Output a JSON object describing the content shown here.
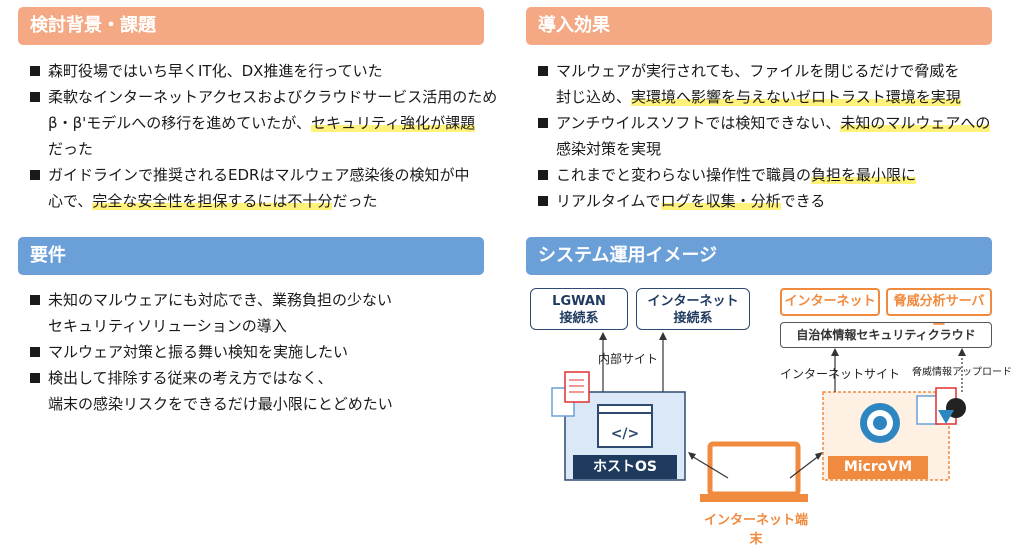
{
  "sections": {
    "background": {
      "title": "検討背景・課題",
      "b1": "森町役場ではいち早くIT化、DX推進を行っていた",
      "b2_a": "柔軟なインターネットアクセスおよびクラウドサービス活用のため",
      "b2_b": "β・β'モデルへの移行を進めていたが、",
      "b2_hl": "セキュリティ強化が課題",
      "b2_c": "だった",
      "b3_a": "ガイドラインで推奨されるEDRはマルウェア感染後の検知が中",
      "b3_b": "心で、",
      "b3_hl1": "完全な安全性を担保するには",
      "b3_hl2": "不十分",
      "b3_c": "だった"
    },
    "effects": {
      "title": "導入効果",
      "b1_a": "マルウェアが実行されても、ファイルを閉じるだけで脅威を",
      "b1_b": "封じ込め、",
      "b1_hl": "実環境へ影響を与えないゼロトラスト環境を実現",
      "b2_a": "アンチウイルスソフトでは検知できない、",
      "b2_hl": "未知のマルウェアへの",
      "b2_b": "感染対策を実現",
      "b3_a": "これまでと変わらない操作性で職員の",
      "b3_hl": "負担を最小限に",
      "b4_a": "リアルタイムで",
      "b4_hl": "ログを収集・分析",
      "b4_b": "できる"
    },
    "requirements": {
      "title": "要件",
      "b1_a": "未知のマルウェアにも対応でき、業務負担の少ない",
      "b1_b": "セキュリティソリューションの導入",
      "b2": "マルウェア対策と振る舞い検知を実施したい",
      "b3_a": "検出して排除する従来の考え方ではなく、",
      "b3_b": "端末の感染リスクをできるだけ最小限にとどめたい"
    },
    "system": {
      "title": "システム運用イメージ",
      "lgwan": "LGWAN\n接続系",
      "internet_conn": "インターネット\n接続系",
      "internal_site": "内部サイト",
      "host_os": "ホストOS",
      "internet": "インターネット",
      "threat_server": "脅威分析サーバー",
      "local_cloud": "自治体情報セキュリティクラウド",
      "internet_site": "インターネットサイト",
      "threat_upload": "脅威情報アップロード",
      "microvm": "MicroVM",
      "terminal": "インターネット端末"
    }
  },
  "colors": {
    "orange_header": "#f4a984",
    "blue_header": "#6a9fd8",
    "accent_orange": "#f08a3e",
    "navy": "#1f3a5f",
    "highlight": "#fff27a"
  }
}
